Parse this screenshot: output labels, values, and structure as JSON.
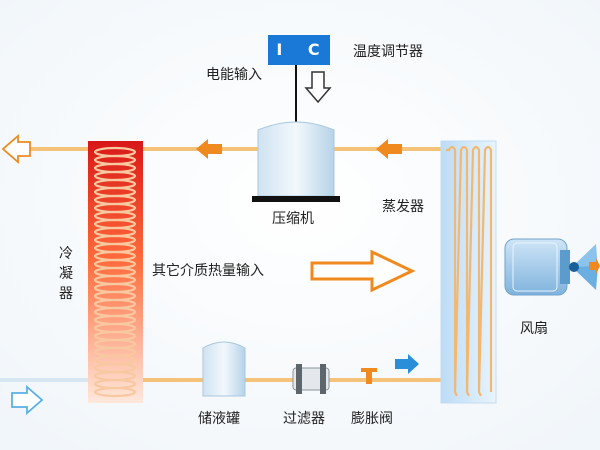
{
  "ic": {
    "text": "I C"
  },
  "labels": {
    "temperature_controller": "温度调节器",
    "power_input": "电能输入",
    "compressor": "压缩机",
    "evaporator": "蒸发器",
    "condenser": "冷凝器",
    "other_heat_input": "其它介质热量输入",
    "fan": "风扇",
    "receiver": "储液罐",
    "filter": "过滤器",
    "expansion_valve": "膨胀阀"
  },
  "colors": {
    "pipe": "#f5c27a",
    "hot_arrow": "#f08a1e",
    "cold_arrow": "#2a8fd8",
    "ic_box": "#1a78d6",
    "condenser_top": "#e02020",
    "condenser_bottom": "#ffe6d8",
    "evaporator_fill": "#d8ecfb"
  }
}
